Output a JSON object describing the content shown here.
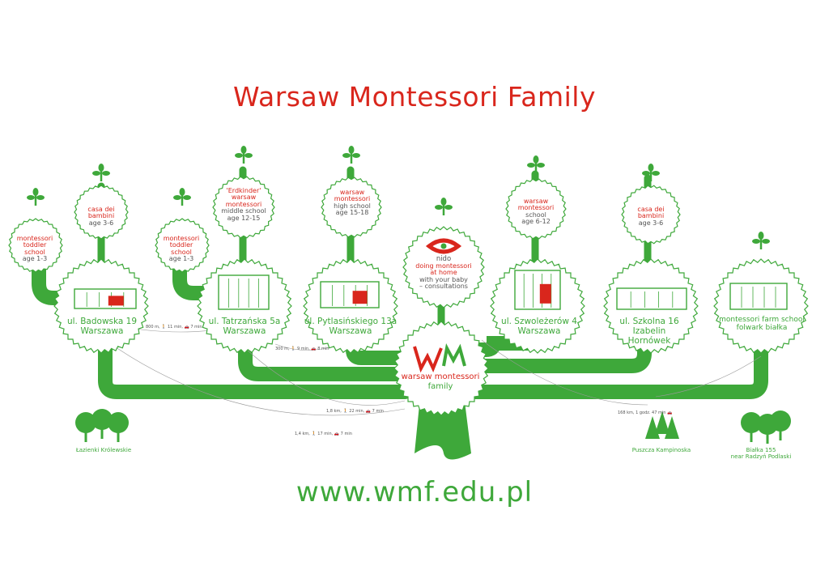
{
  "title": "Warsaw Montessori Family",
  "website": "www.wmf.edu.pl",
  "colors": {
    "green": "#3ea83a",
    "red": "#d9261c",
    "grey": "#555555"
  },
  "center": {
    "line1": "warsaw montessori",
    "line2": "family",
    "logo_text": "WM"
  },
  "nido": {
    "name": "nido",
    "line1": "doing montessori",
    "line2": "at home",
    "line3": "with your baby",
    "line4": "– consultations"
  },
  "schools": [
    {
      "red": "montessori",
      "red2": "toddler school",
      "grey": "age 1-3"
    },
    {
      "red": "casa dei",
      "red2": "bambini",
      "grey": "age 3-6"
    },
    {
      "red": "montessori",
      "red2": "toddler school",
      "grey": "age 1-3"
    },
    {
      "red": "'Erdkinder'",
      "red2": "warsaw",
      "red3": "montessori",
      "grey": "middle school",
      "grey2": "age 12-15"
    },
    {
      "red": "warsaw",
      "red2": "montessori",
      "grey": "high school",
      "grey2": "age 15-18"
    },
    {
      "red": "warsaw",
      "red2": "montessori",
      "grey": "school",
      "grey2": "age 6-12"
    },
    {
      "red": "casa dei",
      "red2": "bambini",
      "grey": "age 3-6"
    }
  ],
  "addresses": [
    {
      "line1": "ul. Badowska 19",
      "line2": "Warszawa"
    },
    {
      "line1": "ul. Tatrzańska 5a",
      "line2": "Warszawa"
    },
    {
      "line1": "ul. Pytlasińskiego 13a",
      "line2": "Warszawa"
    },
    {
      "line1": "ul. Szwoleżerów 4",
      "line2": "Warszawa"
    },
    {
      "line1": "ul. Szkolna 16",
      "line2": "Izabelin",
      "line3": "Hornówek"
    },
    {
      "line1": "montessori farm school",
      "line2": "folwark białka"
    }
  ],
  "distances": [
    "800 m, 🚶 11 min, 🚗 7 min",
    "300 m, 🚶 9 min, 🚗 8 min",
    "1,8 km, 🚶 22 min, 🚗 7 min",
    "1,4 km, 🚶 17 min, 🚗 7 min",
    "168 km, 1 godz. 47 min 🚗"
  ],
  "places": [
    {
      "line1": "Łazienki Królewskie"
    },
    {
      "line1": "Puszcza Kampinoska"
    },
    {
      "line1": "Białka 155",
      "line2": "near Radzyń Podlaski"
    }
  ]
}
